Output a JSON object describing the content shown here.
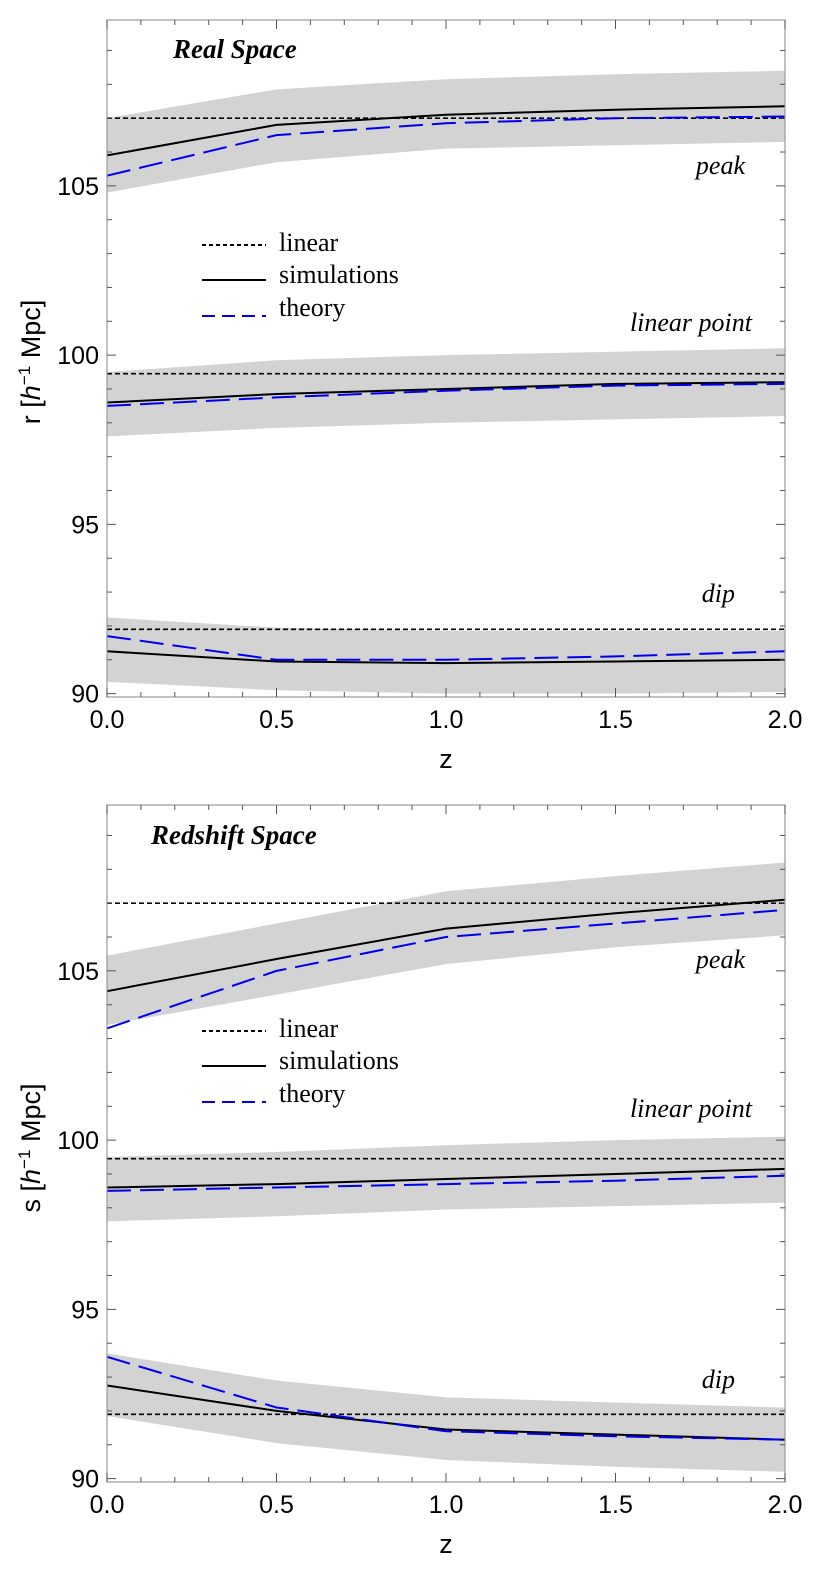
{
  "colors": {
    "band": "#d3d3d3",
    "linear": "#000000",
    "simulations": "#000000",
    "theory": "#0000ee",
    "frame": "#9a9a9a"
  },
  "chart_data": [
    {
      "type": "line",
      "title": "Real Space",
      "xlabel": "z",
      "ylabel_main": "r",
      "ylabel_unit": "h",
      "ylabel_exp": "−1",
      "ylabel_tail": "Mpc",
      "xlim": [
        0,
        2
      ],
      "ylim": [
        89.9,
        109.9
      ],
      "xticks": [
        0.0,
        0.5,
        1.0,
        1.5,
        2.0
      ],
      "xtick_labels": [
        "0.0",
        "0.5",
        "1.0",
        "1.5",
        "2.0"
      ],
      "yticks": [
        90,
        95,
        100,
        105
      ],
      "ytick_labels": [
        "90",
        "95",
        "100",
        "105"
      ],
      "legend": [
        "linear",
        "simulations",
        "theory"
      ],
      "x": [
        0.0,
        0.5,
        1.0,
        1.5,
        2.0
      ],
      "groups": [
        {
          "label": "peak",
          "linear": 107.0,
          "simulations": [
            105.9,
            106.8,
            107.1,
            107.25,
            107.35
          ],
          "theory": [
            105.3,
            106.5,
            106.85,
            107.0,
            107.05
          ],
          "band_lower": [
            104.8,
            105.7,
            106.1,
            106.2,
            106.3
          ],
          "band_upper": [
            107.0,
            107.85,
            108.15,
            108.3,
            108.4
          ]
        },
        {
          "label": "linear point",
          "linear": 99.45,
          "simulations": [
            98.6,
            98.85,
            99.0,
            99.15,
            99.2
          ],
          "theory": [
            98.5,
            98.75,
            98.95,
            99.1,
            99.15
          ],
          "band_lower": [
            97.6,
            97.85,
            98.0,
            98.1,
            98.2
          ],
          "band_upper": [
            99.5,
            99.85,
            100.0,
            100.1,
            100.2
          ]
        },
        {
          "label": "dip",
          "linear": 91.9,
          "simulations": [
            91.25,
            90.95,
            90.9,
            90.95,
            91.0
          ],
          "theory": [
            91.7,
            91.0,
            91.0,
            91.1,
            91.25
          ],
          "band_lower": [
            90.35,
            90.1,
            90.0,
            90.0,
            90.05
          ],
          "band_upper": [
            92.25,
            91.95,
            91.85,
            91.85,
            91.85
          ]
        }
      ]
    },
    {
      "type": "line",
      "title": "Redshift Space",
      "xlabel": "z",
      "ylabel_main": "s",
      "ylabel_unit": "h",
      "ylabel_exp": "−1",
      "ylabel_tail": "Mpc",
      "xlim": [
        0,
        2
      ],
      "ylim": [
        89.9,
        109.9
      ],
      "xticks": [
        0.0,
        0.5,
        1.0,
        1.5,
        2.0
      ],
      "xtick_labels": [
        "0.0",
        "0.5",
        "1.0",
        "1.5",
        "2.0"
      ],
      "yticks": [
        90,
        95,
        100,
        105
      ],
      "ytick_labels": [
        "90",
        "95",
        "100",
        "105"
      ],
      "legend": [
        "linear",
        "simulations",
        "theory"
      ],
      "x": [
        0.0,
        0.5,
        1.0,
        1.5,
        2.0
      ],
      "groups": [
        {
          "label": "peak",
          "linear": 107.0,
          "simulations": [
            104.4,
            105.35,
            106.25,
            106.7,
            107.1
          ],
          "theory": [
            103.3,
            105.0,
            106.0,
            106.4,
            106.8
          ],
          "band_lower": [
            103.4,
            104.3,
            105.2,
            105.7,
            106.05
          ],
          "band_upper": [
            105.45,
            106.4,
            107.35,
            107.8,
            108.2
          ]
        },
        {
          "label": "linear point",
          "linear": 99.45,
          "simulations": [
            98.6,
            98.7,
            98.85,
            99.0,
            99.15
          ],
          "theory": [
            98.5,
            98.6,
            98.7,
            98.8,
            98.95
          ],
          "band_lower": [
            97.6,
            97.75,
            97.95,
            98.05,
            98.15
          ],
          "band_upper": [
            99.5,
            99.65,
            99.85,
            100.0,
            100.1
          ]
        },
        {
          "label": "dip",
          "linear": 91.9,
          "simulations": [
            92.75,
            92.0,
            91.45,
            91.3,
            91.15
          ],
          "theory": [
            93.6,
            92.1,
            91.4,
            91.25,
            91.15
          ],
          "band_lower": [
            91.85,
            91.05,
            90.55,
            90.35,
            90.2
          ],
          "band_upper": [
            93.7,
            92.9,
            92.4,
            92.25,
            92.1
          ]
        }
      ]
    }
  ]
}
